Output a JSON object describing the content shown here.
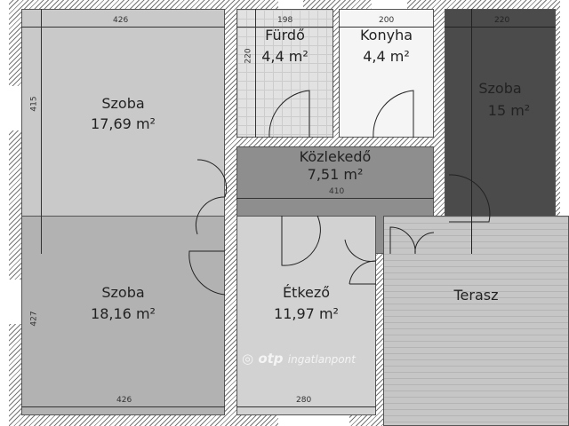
{
  "rooms": [
    {
      "name": "Szoba",
      "area": "17,69 m²",
      "color": "#c9c9c9",
      "dim_w": "426",
      "dim_h": "415"
    },
    {
      "name": "Fürdő",
      "area": "4,4 m²",
      "color": "#e2e2e2",
      "dim_w": "198",
      "dim_h": "220"
    },
    {
      "name": "Konyha",
      "area": "4,4 m²",
      "color": "#f5f5f5",
      "dim_w": "200"
    },
    {
      "name": "Szoba",
      "area": "15 m²",
      "color": "#4b4b4b",
      "dim_w": "220"
    },
    {
      "name": "Közlekedő",
      "area": "7,51 m²",
      "color": "#8e8e8e",
      "dim_w": "410"
    },
    {
      "name": "Szoba",
      "area": "18,16 m²",
      "color": "#b2b2b2",
      "dim_w": "426",
      "dim_h": "427"
    },
    {
      "name": "Étkező",
      "area": "11,97 m²",
      "color": "#d2d2d2",
      "dim_w": "280"
    },
    {
      "name": "Terasz",
      "color": "#c6c6c6"
    }
  ],
  "watermark": {
    "brand": "otp",
    "text": "ingatlanpont"
  }
}
